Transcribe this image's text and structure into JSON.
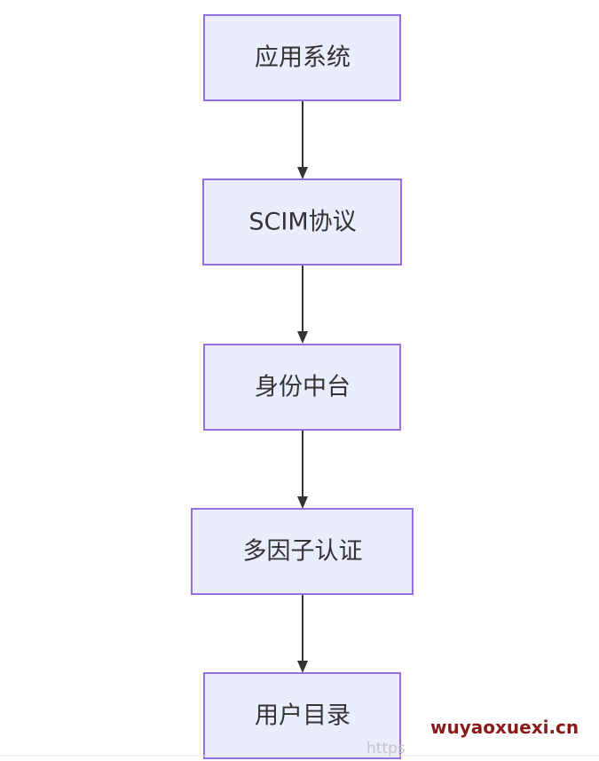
{
  "diagram": {
    "type": "flowchart",
    "direction": "top-to-bottom",
    "nodes": [
      {
        "id": "app",
        "label": "应用系统"
      },
      {
        "id": "scim",
        "label": "SCIM协议"
      },
      {
        "id": "identity",
        "label": "身份中台"
      },
      {
        "id": "mfa",
        "label": "多因子认证"
      },
      {
        "id": "directory",
        "label": "用户目录"
      }
    ],
    "edges": [
      {
        "from": "app",
        "to": "scim"
      },
      {
        "from": "scim",
        "to": "identity"
      },
      {
        "from": "identity",
        "to": "mfa"
      },
      {
        "from": "mfa",
        "to": "directory"
      }
    ]
  },
  "watermark": {
    "url_text": "https",
    "brand_text": "wuyaoxuexi.cn"
  },
  "colors": {
    "node_fill": "#ECECFF",
    "node_stroke": "#9370DB",
    "edge": "#333333",
    "brand": "#8B1A1A"
  }
}
